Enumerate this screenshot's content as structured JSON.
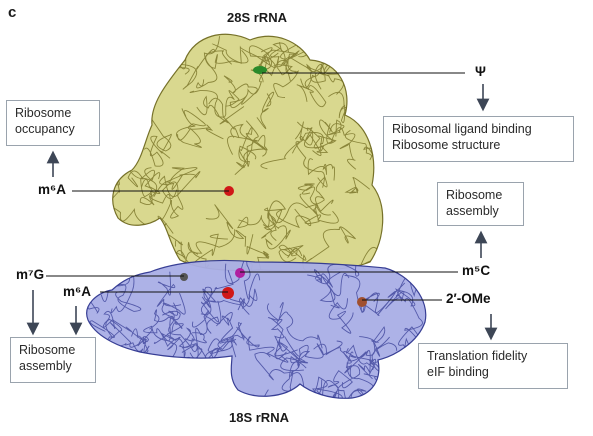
{
  "panel_label": "c",
  "subunits": {
    "large": "28S rRNA",
    "small": "18S rRNA"
  },
  "modifications": {
    "psi": "Ψ",
    "m6a_large": "m⁶A",
    "m7g": "m⁷G",
    "m6a_small": "m⁶A",
    "m5c": "m⁵C",
    "two_ome": "2′-OMe"
  },
  "boxes": {
    "psi_box": [
      "Ribosomal ligand binding",
      "Ribosome structure"
    ],
    "occupancy_box": [
      "Ribosome",
      "occupancy"
    ],
    "m5c_box": [
      "Ribosome",
      "assembly"
    ],
    "small_assembly_box": [
      "Ribosome",
      "assembly"
    ],
    "ome_box": [
      "Translation fidelity",
      "eIF binding"
    ]
  },
  "colors": {
    "large_subunit_fill": "#d8d68a",
    "large_subunit_line": "#6f6a1e",
    "small_subunit_fill": "#a9aee6",
    "small_subunit_line": "#2e3590",
    "psi_site": "#2a8a2a",
    "m6a_site": "#d01818",
    "m7g_site": "#555555",
    "m5c_site": "#b020a0",
    "ome_site": "#a05030",
    "arrow": "#3d4656"
  }
}
